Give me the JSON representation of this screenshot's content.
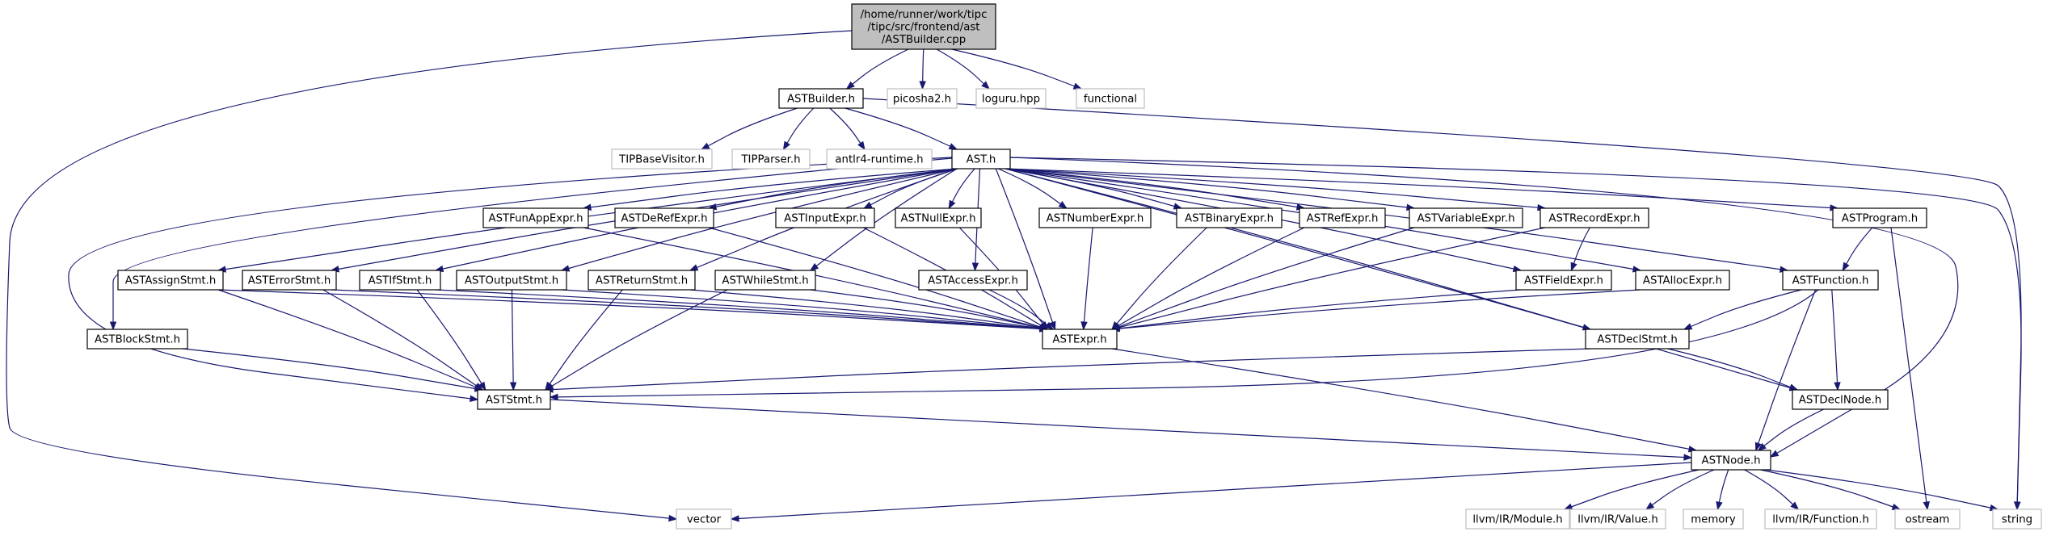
{
  "colors": {
    "edge": "#191970",
    "root_fill": "#bfbfbf",
    "node_border": "#000000",
    "external_border": "#bfbfbf",
    "background": "#ffffff"
  },
  "nodes": [
    {
      "id": "root",
      "kind": "root",
      "lines": [
        "/home/runner/work/tipc",
        "/tipc/src/frontend/ast",
        "/ASTBuilder.cpp"
      ]
    },
    {
      "id": "astbuilder_h",
      "kind": "internal",
      "lines": [
        "ASTBuilder.h"
      ]
    },
    {
      "id": "picosha2",
      "kind": "external",
      "lines": [
        "picosha2.h"
      ]
    },
    {
      "id": "loguru",
      "kind": "external",
      "lines": [
        "loguru.hpp"
      ]
    },
    {
      "id": "functional",
      "kind": "external",
      "lines": [
        "functional"
      ]
    },
    {
      "id": "tipbasevisitor",
      "kind": "external",
      "lines": [
        "TIPBaseVisitor.h"
      ]
    },
    {
      "id": "tipparser",
      "kind": "external",
      "lines": [
        "TIPParser.h"
      ]
    },
    {
      "id": "antlr4",
      "kind": "external",
      "lines": [
        "antlr4-runtime.h"
      ]
    },
    {
      "id": "ast_h",
      "kind": "internal",
      "lines": [
        "AST.h"
      ]
    },
    {
      "id": "funappexpr",
      "kind": "internal",
      "lines": [
        "ASTFunAppExpr.h"
      ]
    },
    {
      "id": "derefexpr",
      "kind": "internal",
      "lines": [
        "ASTDeRefExpr.h"
      ]
    },
    {
      "id": "inputexpr",
      "kind": "internal",
      "lines": [
        "ASTInputExpr.h"
      ]
    },
    {
      "id": "nullexpr",
      "kind": "internal",
      "lines": [
        "ASTNullExpr.h"
      ]
    },
    {
      "id": "numberexpr",
      "kind": "internal",
      "lines": [
        "ASTNumberExpr.h"
      ]
    },
    {
      "id": "binaryexpr",
      "kind": "internal",
      "lines": [
        "ASTBinaryExpr.h"
      ]
    },
    {
      "id": "refexpr",
      "kind": "internal",
      "lines": [
        "ASTRefExpr.h"
      ]
    },
    {
      "id": "variableexpr",
      "kind": "internal",
      "lines": [
        "ASTVariableExpr.h"
      ]
    },
    {
      "id": "recordexpr",
      "kind": "internal",
      "lines": [
        "ASTRecordExpr.h"
      ]
    },
    {
      "id": "program",
      "kind": "internal",
      "lines": [
        "ASTProgram.h"
      ]
    },
    {
      "id": "assignstmt",
      "kind": "internal",
      "lines": [
        "ASTAssignStmt.h"
      ]
    },
    {
      "id": "errorstmt",
      "kind": "internal",
      "lines": [
        "ASTErrorStmt.h"
      ]
    },
    {
      "id": "ifstmt",
      "kind": "internal",
      "lines": [
        "ASTIfStmt.h"
      ]
    },
    {
      "id": "outputstmt",
      "kind": "internal",
      "lines": [
        "ASTOutputStmt.h"
      ]
    },
    {
      "id": "returnstmt",
      "kind": "internal",
      "lines": [
        "ASTReturnStmt.h"
      ]
    },
    {
      "id": "whilestmt",
      "kind": "internal",
      "lines": [
        "ASTWhileStmt.h"
      ]
    },
    {
      "id": "accessexpr",
      "kind": "internal",
      "lines": [
        "ASTAccessExpr.h"
      ]
    },
    {
      "id": "fieldexpr",
      "kind": "internal",
      "lines": [
        "ASTFieldExpr.h"
      ]
    },
    {
      "id": "allocexpr",
      "kind": "internal",
      "lines": [
        "ASTAllocExpr.h"
      ]
    },
    {
      "id": "function",
      "kind": "internal",
      "lines": [
        "ASTFunction.h"
      ]
    },
    {
      "id": "blockstmt",
      "kind": "internal",
      "lines": [
        "ASTBlockStmt.h"
      ]
    },
    {
      "id": "expr",
      "kind": "internal",
      "lines": [
        "ASTExpr.h"
      ]
    },
    {
      "id": "declstmt",
      "kind": "internal",
      "lines": [
        "ASTDeclStmt.h"
      ]
    },
    {
      "id": "stmt",
      "kind": "internal",
      "lines": [
        "ASTStmt.h"
      ]
    },
    {
      "id": "declnode",
      "kind": "internal",
      "lines": [
        "ASTDeclNode.h"
      ]
    },
    {
      "id": "node",
      "kind": "internal",
      "lines": [
        "ASTNode.h"
      ]
    },
    {
      "id": "vector",
      "kind": "external",
      "lines": [
        "vector"
      ]
    },
    {
      "id": "llvm_module",
      "kind": "external",
      "lines": [
        "llvm/IR/Module.h"
      ]
    },
    {
      "id": "llvm_value",
      "kind": "external",
      "lines": [
        "llvm/IR/Value.h"
      ]
    },
    {
      "id": "memory",
      "kind": "external",
      "lines": [
        "memory"
      ]
    },
    {
      "id": "llvm_function",
      "kind": "external",
      "lines": [
        "llvm/IR/Function.h"
      ]
    },
    {
      "id": "ostream",
      "kind": "external",
      "lines": [
        "ostream"
      ]
    },
    {
      "id": "string",
      "kind": "external",
      "lines": [
        "string"
      ]
    }
  ],
  "edges": [
    [
      "root",
      "astbuilder_h"
    ],
    [
      "root",
      "picosha2"
    ],
    [
      "root",
      "loguru"
    ],
    [
      "root",
      "functional"
    ],
    [
      "root",
      "vector"
    ],
    [
      "astbuilder_h",
      "tipbasevisitor"
    ],
    [
      "astbuilder_h",
      "tipparser"
    ],
    [
      "astbuilder_h",
      "antlr4"
    ],
    [
      "astbuilder_h",
      "ast_h"
    ],
    [
      "astbuilder_h",
      "string"
    ],
    [
      "ast_h",
      "funappexpr"
    ],
    [
      "ast_h",
      "derefexpr"
    ],
    [
      "ast_h",
      "inputexpr"
    ],
    [
      "ast_h",
      "nullexpr"
    ],
    [
      "ast_h",
      "numberexpr"
    ],
    [
      "ast_h",
      "binaryexpr"
    ],
    [
      "ast_h",
      "refexpr"
    ],
    [
      "ast_h",
      "variableexpr"
    ],
    [
      "ast_h",
      "recordexpr"
    ],
    [
      "ast_h",
      "program"
    ],
    [
      "ast_h",
      "assignstmt"
    ],
    [
      "ast_h",
      "errorstmt"
    ],
    [
      "ast_h",
      "ifstmt"
    ],
    [
      "ast_h",
      "outputstmt"
    ],
    [
      "ast_h",
      "returnstmt"
    ],
    [
      "ast_h",
      "whilestmt"
    ],
    [
      "ast_h",
      "accessexpr"
    ],
    [
      "ast_h",
      "fieldexpr"
    ],
    [
      "ast_h",
      "allocexpr"
    ],
    [
      "ast_h",
      "function"
    ],
    [
      "ast_h",
      "blockstmt"
    ],
    [
      "ast_h",
      "expr"
    ],
    [
      "ast_h",
      "stmt"
    ],
    [
      "ast_h",
      "declstmt"
    ],
    [
      "ast_h",
      "declnode"
    ],
    [
      "ast_h",
      "node"
    ],
    [
      "ast_h",
      "string"
    ],
    [
      "funappexpr",
      "expr"
    ],
    [
      "derefexpr",
      "expr"
    ],
    [
      "inputexpr",
      "expr"
    ],
    [
      "nullexpr",
      "expr"
    ],
    [
      "numberexpr",
      "expr"
    ],
    [
      "binaryexpr",
      "expr"
    ],
    [
      "refexpr",
      "expr"
    ],
    [
      "variableexpr",
      "expr"
    ],
    [
      "recordexpr",
      "expr"
    ],
    [
      "recordexpr",
      "fieldexpr"
    ],
    [
      "program",
      "function"
    ],
    [
      "program",
      "ostream"
    ],
    [
      "assignstmt",
      "expr"
    ],
    [
      "assignstmt",
      "stmt"
    ],
    [
      "errorstmt",
      "expr"
    ],
    [
      "errorstmt",
      "stmt"
    ],
    [
      "ifstmt",
      "expr"
    ],
    [
      "ifstmt",
      "stmt"
    ],
    [
      "outputstmt",
      "expr"
    ],
    [
      "outputstmt",
      "stmt"
    ],
    [
      "returnstmt",
      "expr"
    ],
    [
      "returnstmt",
      "stmt"
    ],
    [
      "whilestmt",
      "expr"
    ],
    [
      "whilestmt",
      "stmt"
    ],
    [
      "accessexpr",
      "expr"
    ],
    [
      "fieldexpr",
      "expr"
    ],
    [
      "allocexpr",
      "expr"
    ],
    [
      "function",
      "declstmt"
    ],
    [
      "function",
      "declnode"
    ],
    [
      "function",
      "stmt"
    ],
    [
      "function",
      "node"
    ],
    [
      "blockstmt",
      "stmt"
    ],
    [
      "expr",
      "node"
    ],
    [
      "declstmt",
      "stmt"
    ],
    [
      "declstmt",
      "declnode"
    ],
    [
      "stmt",
      "node"
    ],
    [
      "declnode",
      "node"
    ],
    [
      "node",
      "vector"
    ],
    [
      "node",
      "llvm_module"
    ],
    [
      "node",
      "llvm_value"
    ],
    [
      "node",
      "memory"
    ],
    [
      "node",
      "llvm_function"
    ],
    [
      "node",
      "ostream"
    ],
    [
      "node",
      "string"
    ]
  ]
}
